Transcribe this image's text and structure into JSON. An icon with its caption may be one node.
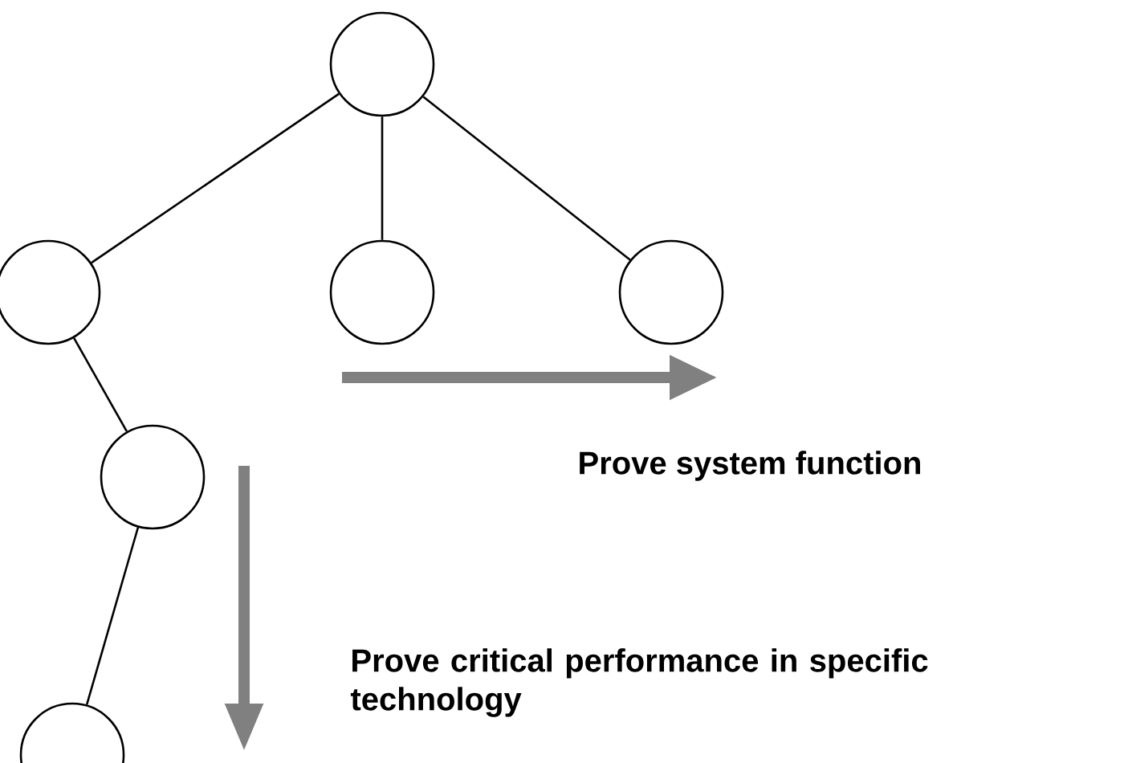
{
  "diagram": {
    "nodes": [
      {
        "text": [],
        "shape": "circle"
      },
      {
        "text": [],
        "shape": "circle"
      },
      {
        "text": [],
        "shape": "circle"
      },
      {
        "text": [],
        "shape": "circle"
      },
      {
        "text": [],
        "shape": "circle"
      },
      {
        "text": [],
        "shape": "circle"
      }
    ],
    "edges": [
      {
        "from": 0,
        "to": 1,
        "arrow": "none"
      },
      {
        "from": 0,
        "to": 2,
        "arrow": "none"
      },
      {
        "from": 0,
        "to": 3,
        "arrow": "none"
      },
      {
        "from": 1,
        "to": 4,
        "arrow": "none"
      },
      {
        "from": 4,
        "to": 5,
        "arrow": "none"
      }
    ],
    "labels": [
      "Prove system function",
      "Prove critical performance in specific technology"
    ]
  }
}
